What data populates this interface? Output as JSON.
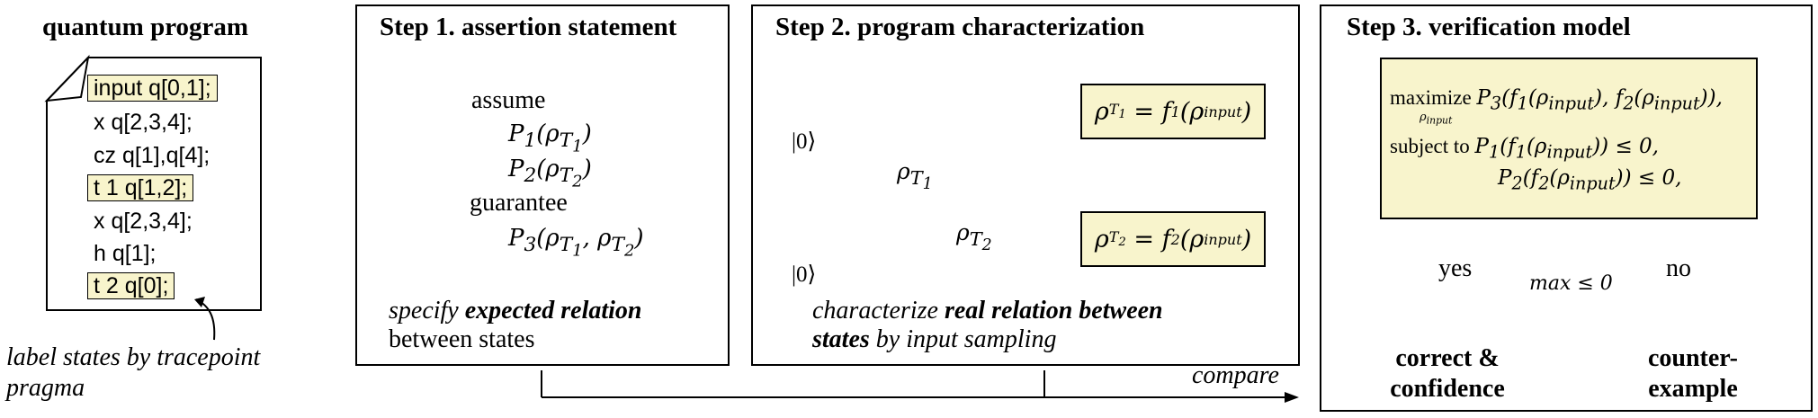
{
  "program": {
    "title": "quantum program",
    "lines": [
      "input q[0,1];",
      "x q[2,3,4];",
      "cz q[1],q[4];",
      "t 1 q[1,2];",
      "x q[2,3,4];",
      "h q[1];",
      "t 2 q[0];"
    ],
    "highlighted": [
      true,
      false,
      false,
      true,
      false,
      false,
      true
    ],
    "caption_line1": "label states by tracepoint",
    "caption_line2": "pragma"
  },
  "step1": {
    "title": "Step 1. assertion statement",
    "assume": "assume",
    "p1": "P1(ρT1)",
    "p2": "P2(ρT2)",
    "guarantee": "guarantee",
    "p3": "P3(ρT1, ρT2)",
    "cap_pre": "specify ",
    "cap_bold": "expected relation",
    "cap_line2": "between states"
  },
  "step2": {
    "title": "Step 2. program characterization",
    "ket": "|0⟩",
    "rho1": "ρT1",
    "rho2": "ρT2",
    "eq1": "ρT1 = f1(ρinput)",
    "eq2": "ρT2 = f2(ρinput)",
    "cap_pre": "characterize ",
    "cap_bold1": "real relation between",
    "cap_bold2": "states",
    "cap_post": " by input sampling"
  },
  "step3": {
    "title": "Step 3.  verification model",
    "maximize": "maximize",
    "objective": "P3(f1(ρinput), f2(ρinput)),",
    "under": "ρinput",
    "subject_to": "subject to",
    "c1": "P1(f1(ρinput)) ≤ 0,",
    "c2": "P2(f2(ρinput)) ≤ 0,",
    "yes": "yes",
    "no": "no",
    "decision": "max ≤ 0",
    "correct1": "correct &",
    "correct2": "confidence",
    "counter1": "counter-",
    "counter2": "example"
  },
  "compare_label": "compare",
  "colors": {
    "highlight": "#f8f4cc",
    "gate": "#4a74a8"
  }
}
